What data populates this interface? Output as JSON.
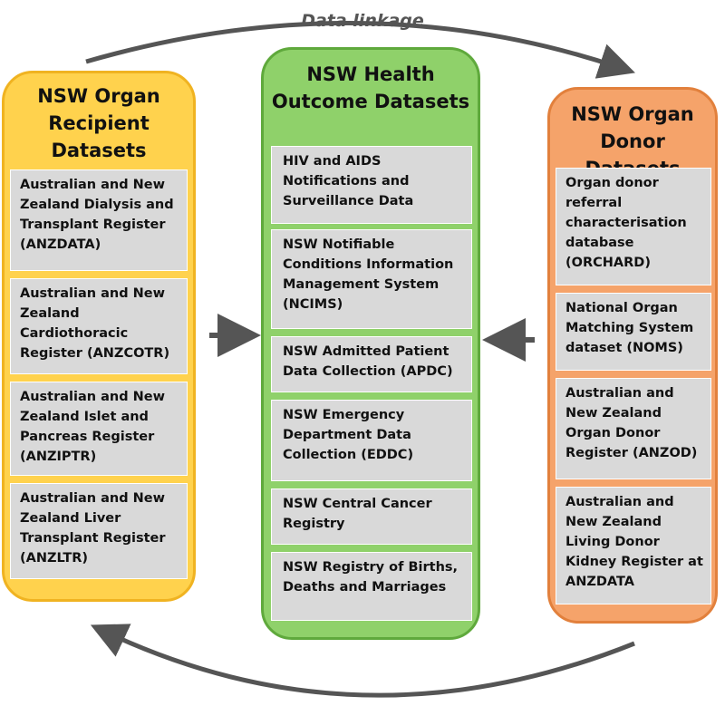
{
  "linkage_label": "Data linkage",
  "columns": {
    "recipient": {
      "title": "NSW Organ\nRecipient\nDatasets",
      "items": [
        "Australian and New\nZealand Dialysis and\nTransplant Register\n(ANZDATA)",
        "Australian and New\nZealand\nCardiothoracic\nRegister (ANZCOTR)",
        "Australian and New\nZealand Islet and\nPancreas Register\n(ANZIPTR)",
        "Australian and New\nZealand Liver\nTransplant Register\n(ANZLTR)"
      ]
    },
    "outcome": {
      "title": "NSW Health\nOutcome Datasets",
      "items": [
        "HIV and AIDS\nNotifications and\nSurveillance Data",
        "NSW Notifiable\nConditions Information\nManagement System\n(NCIMS)",
        "NSW Admitted Patient\nData Collection (APDC)",
        "NSW Emergency\nDepartment Data\nCollection (EDDC)",
        "NSW Central Cancer\nRegistry",
        "NSW Registry of Births,\nDeaths and Marriages"
      ]
    },
    "donor": {
      "title": "NSW Organ\nDonor Datasets",
      "items": [
        "Organ donor\nreferral\ncharacterisation\ndatabase\n(ORCHARD)",
        "National Organ\nMatching System\ndataset (NOMS)",
        "Australian and\nNew Zealand\nOrgan Donor\nRegister (ANZOD)",
        "Australian and\nNew Zealand\nLiving Donor\nKidney Register at\nANZDATA"
      ]
    }
  },
  "colors": {
    "recipient_fill": "#ffd24d",
    "outcome_fill": "#8fd16a",
    "donor_fill": "#f5a36a",
    "box_fill": "#d9d9d9",
    "arrow": "#555555"
  }
}
